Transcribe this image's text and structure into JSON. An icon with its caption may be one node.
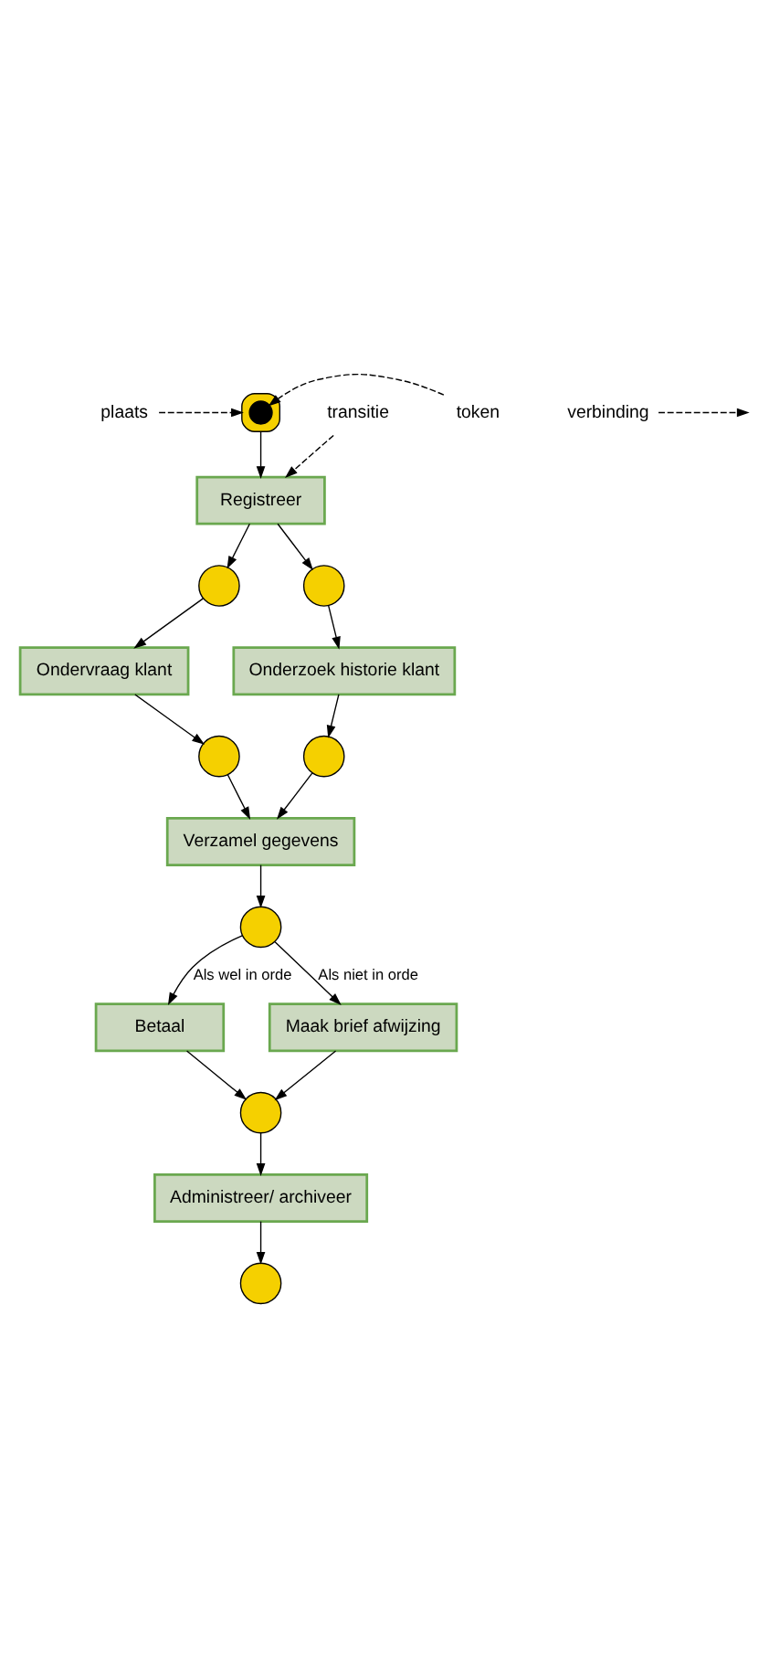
{
  "diagram": {
    "nodes": [
      {
        "text": [
          "plaats"
        ]
      },
      {
        "text": [],
        "shape": "circle"
      },
      {
        "text": [],
        "shape": "circle",
        "in": 1
      },
      {
        "text": [
          "token"
        ]
      },
      {
        "text": [
          "verbinding"
        ]
      },
      {
        "text": [
          "transitie"
        ]
      },
      {
        "text": [
          "Registreer"
        ]
      },
      {
        "text": [],
        "shape": "circle"
      },
      {
        "text": [],
        "shape": "circle"
      },
      {
        "text": [
          "Ondervraag klant"
        ]
      },
      {
        "text": [
          "Onderzoek historie klant"
        ]
      },
      {
        "text": [],
        "shape": "circle"
      },
      {
        "text": [
          "Verzamel gegevens"
        ]
      },
      {
        "text": [],
        "shape": "circle"
      },
      {
        "text": [],
        "shape": "circle"
      },
      {
        "text": [
          "Betaal"
        ]
      },
      {
        "text": [
          "Maak brief afwijzing"
        ]
      },
      {
        "text": [],
        "shape": "circle"
      },
      {
        "text": [
          "Administreer/ archiveer"
        ]
      },
      {
        "text": [],
        "shape": "circle"
      }
    ],
    "edges": [
      {
        "from": 0,
        "to": 1,
        "arrow": "to",
        "style": "dashed"
      },
      {
        "from": 3,
        "to": 2,
        "arrow": "to",
        "style": "dashed"
      },
      {
        "from": 4,
        "to": null,
        "arrow": "to",
        "style": "dashed"
      },
      {
        "from": 5,
        "to": 6,
        "arrow": "to",
        "style": "dashed"
      },
      {
        "from": 1,
        "to": 6,
        "arrow": "to"
      },
      {
        "from": 6,
        "to": 7,
        "arrow": "to"
      },
      {
        "from": 6,
        "to": 8,
        "arrow": "to"
      },
      {
        "from": 7,
        "to": 9,
        "arrow": "to"
      },
      {
        "from": 8,
        "to": 10,
        "arrow": "to"
      },
      {
        "from": 9,
        "to": 11,
        "arrow": "to"
      },
      {
        "from": 10,
        "to": 13,
        "arrow": "to"
      },
      {
        "from": 11,
        "to": 12,
        "arrow": "to"
      },
      {
        "from": 13,
        "to": 12,
        "arrow": "to"
      },
      {
        "from": 12,
        "to": 14,
        "arrow": "to"
      },
      {
        "from": 14,
        "to": 15,
        "arrow": "to",
        "label": "Als wel in orde"
      },
      {
        "from": 14,
        "to": 16,
        "arrow": "to",
        "label": "Als niet in orde"
      },
      {
        "from": 15,
        "to": 17,
        "arrow": "to"
      },
      {
        "from": 16,
        "to": 17,
        "arrow": "to"
      },
      {
        "from": 17,
        "to": 18,
        "arrow": "to"
      },
      {
        "from": 18,
        "to": 19,
        "arrow": "to"
      }
    ]
  }
}
